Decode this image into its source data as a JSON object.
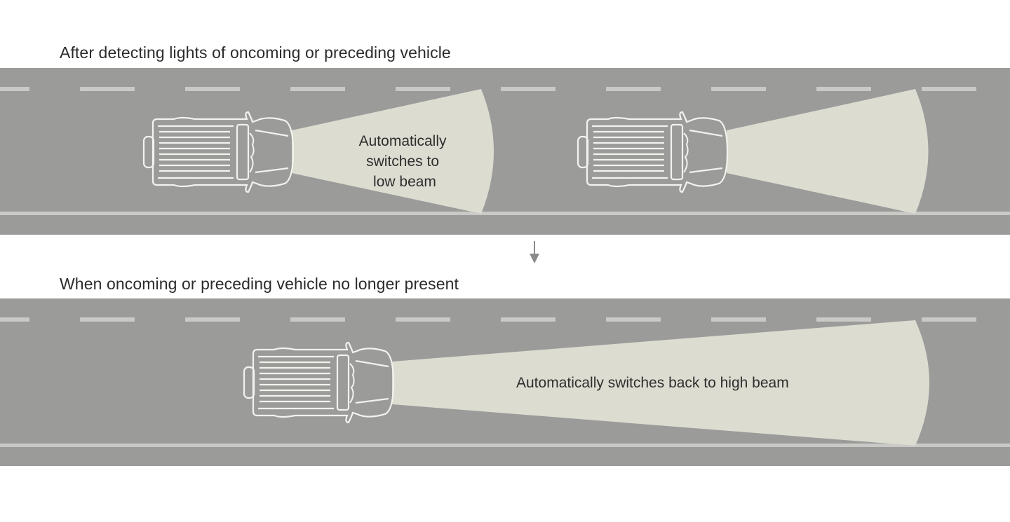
{
  "colors": {
    "background": "#ffffff",
    "road": "#9b9b9a",
    "lane_marking": "#c9c9c6",
    "beam": "#dcdcd1",
    "car_outline": "#f2f2ee",
    "arrow": "#8a8a8a",
    "text": "#2b2b2b"
  },
  "panels": [
    {
      "heading": "After detecting lights of oncoming or preceding vehicle",
      "beam_label_lines": [
        "Automatically",
        "switches to",
        "low beam"
      ],
      "beam_mode": "low beam",
      "vehicles": 2
    },
    {
      "heading": "When oncoming or preceding vehicle no longer present",
      "beam_label_lines": [
        "Automatically switches back to high beam"
      ],
      "beam_mode": "high beam",
      "vehicles": 1
    }
  ],
  "transition_arrow": "down-arrow-icon"
}
